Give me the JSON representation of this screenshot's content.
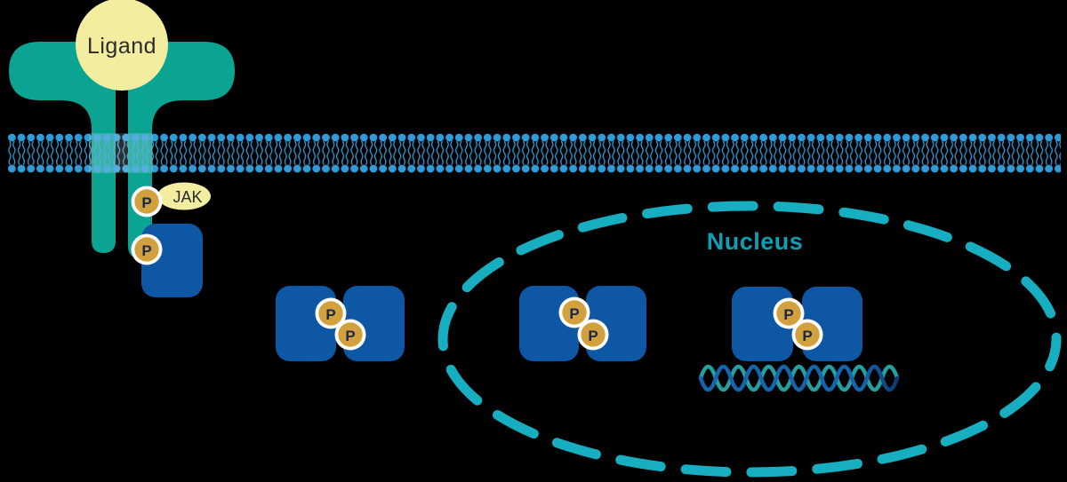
{
  "labels": {
    "ligand": "Ligand",
    "jak": "JAK",
    "nucleus": "Nucleus",
    "phosphate": "P"
  },
  "colors": {
    "background": "#000000",
    "receptor_teal": "#0BA392",
    "ligand_yellow": "#F3EDA0",
    "membrane_blue": "#2F9CD9",
    "membrane_overlap_tint": "#FFFFFF",
    "stat_blue": "#0D57A5",
    "phosphate_gold": "#D2A13E",
    "phosphate_ring": "#FFFFFF",
    "phosphate_letter": "#16294A",
    "label_dark": "#2B2B2B",
    "nucleus_stroke": "#16AEC0",
    "nucleus_text": "#109EB4",
    "dna_teal": "#25A0A2",
    "dna_blue": "#1565AE",
    "dna_navy": "#0C3A74"
  }
}
